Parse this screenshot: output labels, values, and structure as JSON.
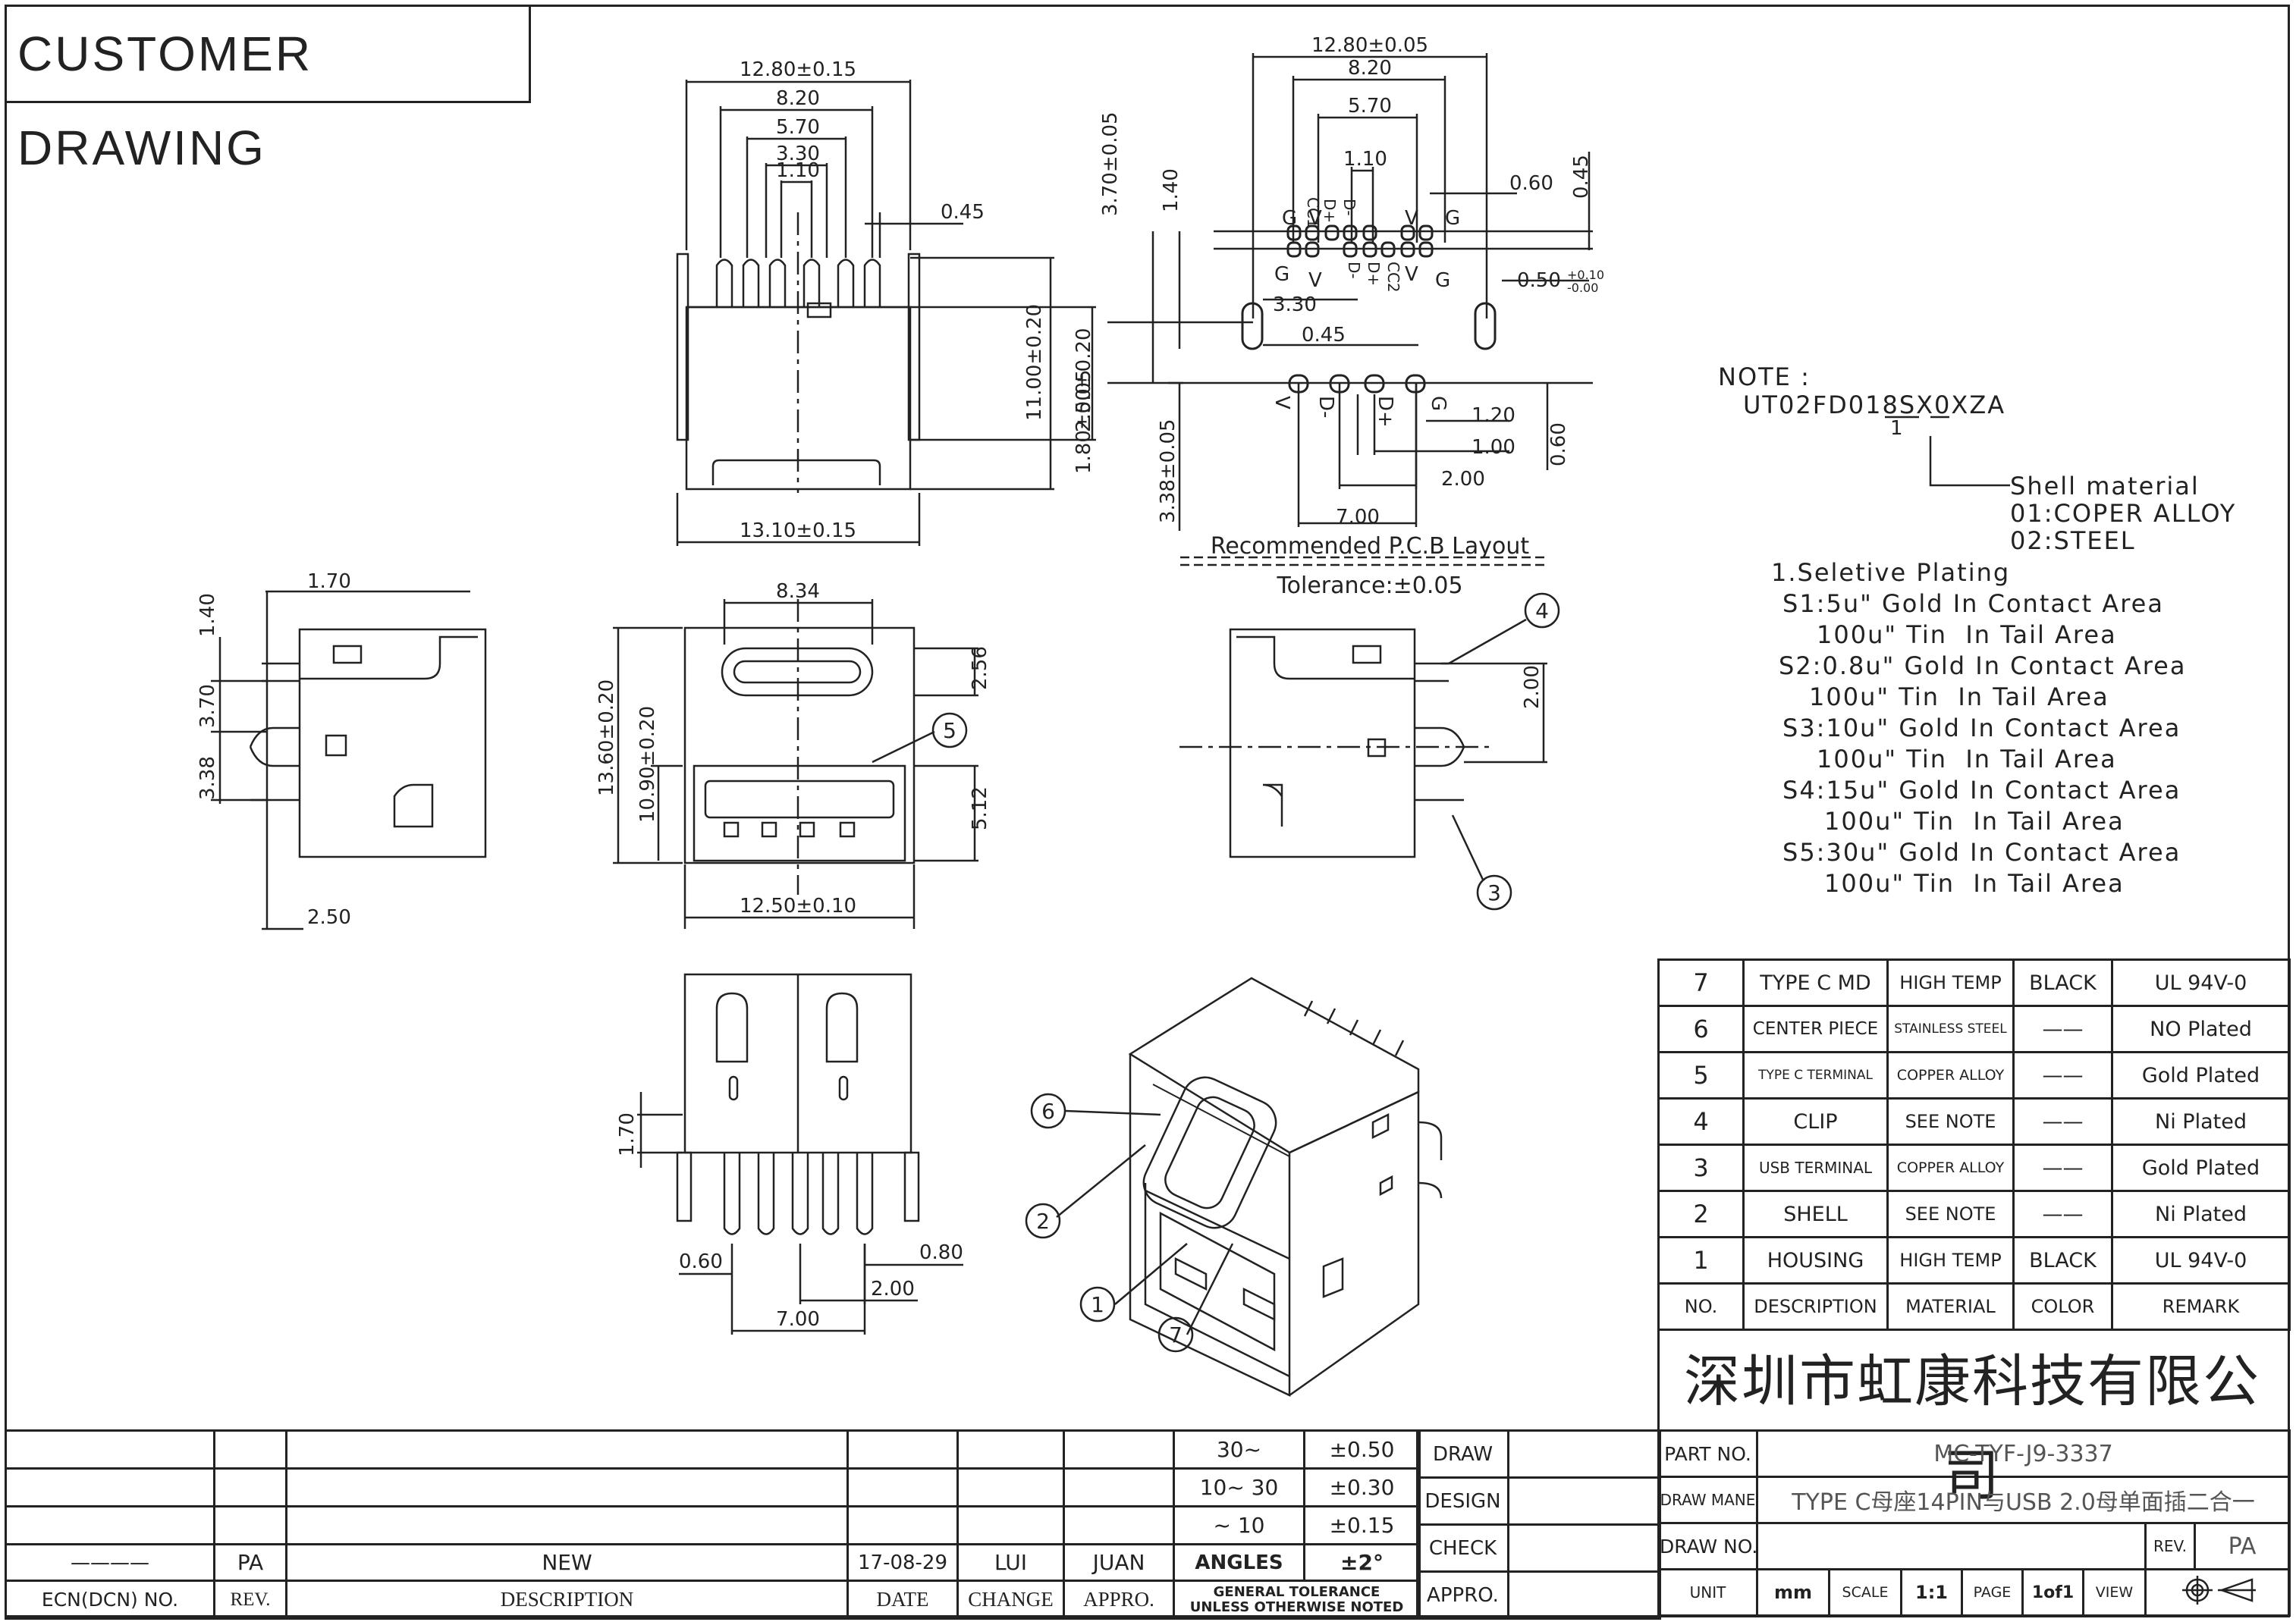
{
  "title": "CUSTOMER DRAWING",
  "dimensions": {
    "top_view": [
      "12.80±0.15",
      "8.20",
      "5.70",
      "3.30",
      "1.10",
      "0.45",
      "11.00±0.20",
      "13.10±0.15"
    ],
    "pcb_layout": [
      "12.80±0.05",
      "8.20",
      "5.70",
      "1.10",
      "0.60",
      "0.45",
      "3.70±0.05",
      "1.40",
      "2.50±0.20",
      "0.50",
      "+0.10",
      "-0.00",
      "3.30",
      "0.45",
      "1.80±0.05",
      "3.38±0.05",
      "1.20",
      "1.00",
      "2.00",
      "7.00",
      "0.60"
    ],
    "pin_labels_top": [
      "G",
      "V",
      "CC1",
      "D+",
      "D-",
      "V",
      "G"
    ],
    "pin_labels_mid": [
      "G",
      "V",
      "D-",
      "D+",
      "CC2",
      "V",
      "G"
    ],
    "pin_labels_usb": [
      "V",
      "D-",
      "D+",
      "G"
    ],
    "side_left": [
      "1.70",
      "1.40",
      "3.70",
      "3.38",
      "2.50"
    ],
    "front": [
      "8.34",
      "2.56",
      "13.60±0.20",
      "10.90±0.20",
      "5.12",
      "12.50±0.10"
    ],
    "side_right": [
      "2.00"
    ],
    "bottom": [
      "1.70",
      "0.60",
      "0.80",
      "2.00",
      "7.00"
    ]
  },
  "pcb_caption": "Recommended P.C.B Layout",
  "pcb_tolerance": "Tolerance:±0.05",
  "callouts": [
    "1",
    "2",
    "3",
    "4",
    "5",
    "6",
    "7"
  ],
  "notes": {
    "header": "NOTE :",
    "part_code": "UT02FD018SX0XZA",
    "marker": "1",
    "shell_lines": [
      "Shell material",
      "01:COPER ALLOY",
      "02:STEEL"
    ],
    "plating_lines": [
      "1.Seletive Plating",
      "S1:5u\" Gold In Contact Area",
      "100u\" Tin  In Tail Area",
      "S2:0.8u\" Gold In Contact Area",
      "100u\" Tin  In Tail Area",
      "S3:10u\" Gold In Contact Area",
      "100u\" Tin  In Tail Area",
      "S4:15u\" Gold In Contact Area",
      "100u\" Tin  In Tail Area",
      "S5:30u\" Gold In Contact Area",
      "100u\" Tin  In Tail Area"
    ]
  },
  "bom": [
    {
      "no": "7",
      "desc": "TYPE C MD",
      "material": "HIGH TEMP",
      "color": "BLACK",
      "remark": "UL 94V-0"
    },
    {
      "no": "6",
      "desc": "CENTER PIECE",
      "material": "STAINLESS STEEL",
      "color": "——",
      "remark": "NO Plated"
    },
    {
      "no": "5",
      "desc": "TYPE C TERMINAL",
      "material": "COPPER ALLOY",
      "color": "——",
      "remark": "Gold Plated"
    },
    {
      "no": "4",
      "desc": "CLIP",
      "material": "SEE NOTE",
      "color": "——",
      "remark": "Ni Plated"
    },
    {
      "no": "3",
      "desc": "USB TERMINAL",
      "material": "COPPER ALLOY",
      "color": "——",
      "remark": "Gold Plated"
    },
    {
      "no": "2",
      "desc": "SHELL",
      "material": "SEE NOTE",
      "color": "——",
      "remark": "Ni Plated"
    },
    {
      "no": "1",
      "desc": "HOUSING",
      "material": "HIGH TEMP",
      "color": "BLACK",
      "remark": "UL 94V-0"
    }
  ],
  "bom_header": {
    "no": "NO.",
    "desc": "DESCRIPTION",
    "material": "MATERIAL",
    "color": "COLOR",
    "remark": "REMARK"
  },
  "company": "深圳市虹康科技有限公司",
  "revision": {
    "ecn_placeholder": "————",
    "rev": "PA",
    "desc": "NEW",
    "date": "17-08-29",
    "change": "LUI",
    "appro": "JUAN",
    "headers": {
      "ecn": "ECN(DCN) NO.",
      "rev": "REV.",
      "desc": "DESCRIPTION",
      "date": "DATE",
      "change": "CHANGE",
      "appro": "APPRO."
    }
  },
  "tolerance": {
    "rows": [
      {
        "range": "30~",
        "tol": "±0.50"
      },
      {
        "range": "10~ 30",
        "tol": "±0.30"
      },
      {
        "range": "~ 10",
        "tol": "±0.15"
      },
      {
        "range": "ANGLES",
        "tol": "±2°"
      }
    ],
    "footer1": "GENERAL TOLERANCE",
    "footer2": "UNLESS OTHERWISE NOTED"
  },
  "signoff": [
    "DRAW",
    "DESIGN",
    "CHECK",
    "APPRO."
  ],
  "titleblock": {
    "part_no_label": "PART NO.",
    "part_no": "MC-TYF-J9-3337",
    "draw_name_label": "DRAW MANE",
    "draw_name": "TYPE C母座14PIN与USB 2.0母单面插二合一",
    "draw_no_label": "DRAW NO.",
    "rev_label": "REV.",
    "rev": "PA",
    "unit_label": "UNIT",
    "unit": "mm",
    "scale_label": "SCALE",
    "scale": "1:1",
    "page_label": "PAGE",
    "page": "1of1",
    "view_label": "VIEW"
  }
}
